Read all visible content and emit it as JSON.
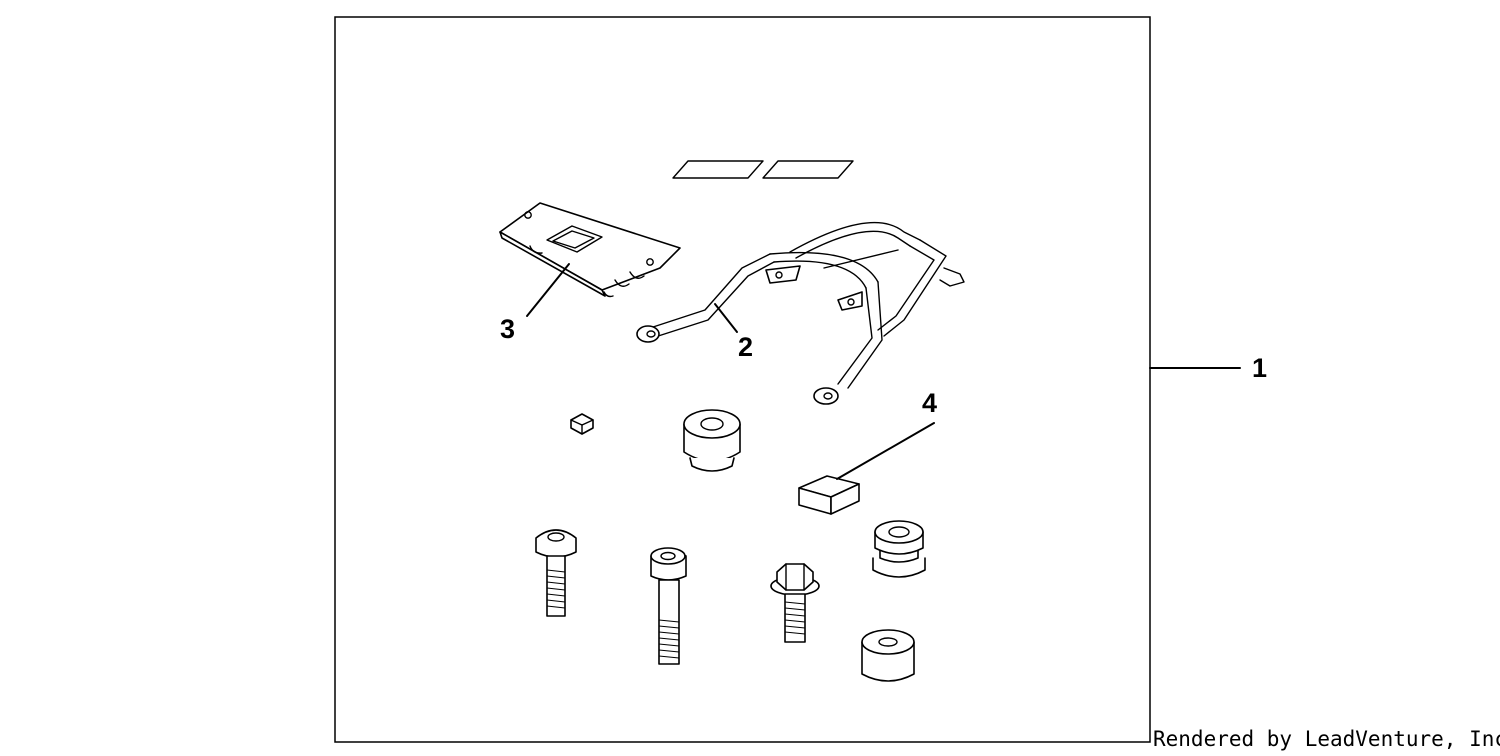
{
  "callouts": {
    "kit": "1",
    "rack": "2",
    "plate": "3",
    "pad": "4"
  },
  "credit": "Rendered by LeadVenture, Inc.",
  "colors": {
    "line": "#000000",
    "background": "#ffffff"
  }
}
